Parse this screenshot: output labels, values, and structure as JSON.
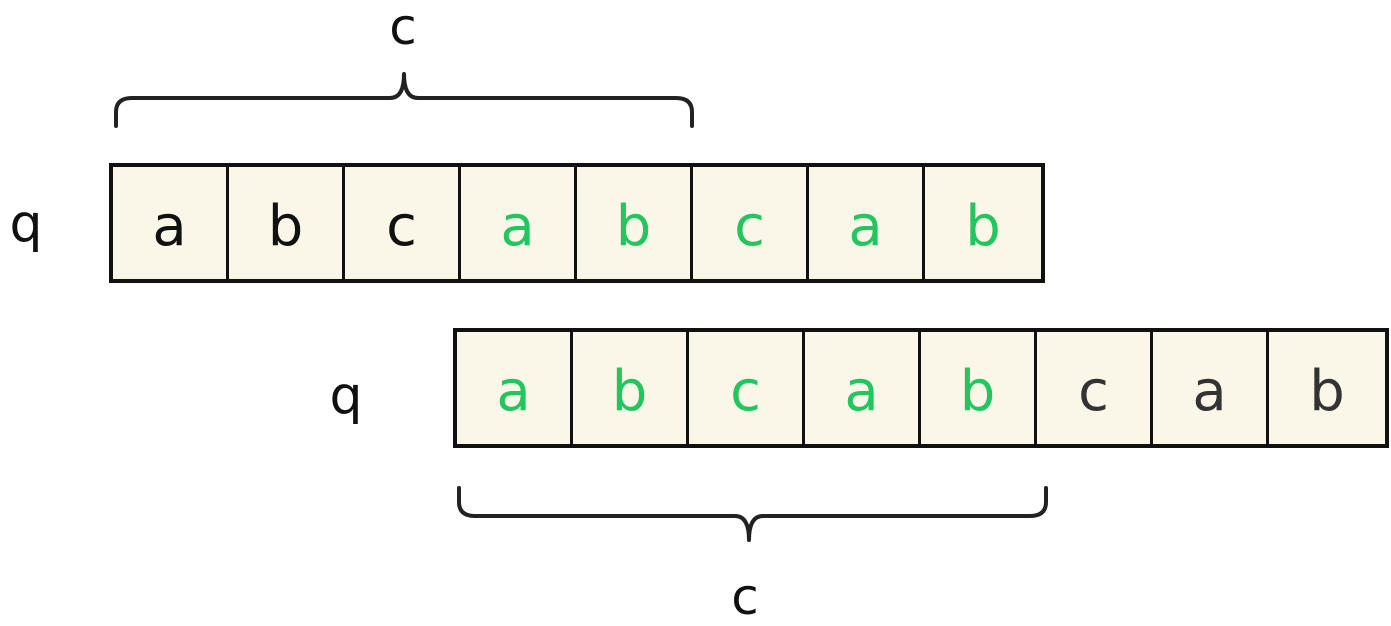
{
  "top": {
    "brace_label": "c",
    "row_label": "q",
    "cells": [
      {
        "char": "a",
        "highlight": false
      },
      {
        "char": "b",
        "highlight": false
      },
      {
        "char": "c",
        "highlight": false
      },
      {
        "char": "a",
        "highlight": true
      },
      {
        "char": "b",
        "highlight": true
      },
      {
        "char": "c",
        "highlight": true
      },
      {
        "char": "a",
        "highlight": true
      },
      {
        "char": "b",
        "highlight": true
      }
    ]
  },
  "bottom": {
    "brace_label": "c",
    "row_label": "q",
    "cells": [
      {
        "char": "a",
        "highlight": true
      },
      {
        "char": "b",
        "highlight": true
      },
      {
        "char": "c",
        "highlight": true
      },
      {
        "char": "a",
        "highlight": true
      },
      {
        "char": "b",
        "highlight": true
      },
      {
        "char": "c",
        "highlight": false
      },
      {
        "char": "a",
        "highlight": false
      },
      {
        "char": "b",
        "highlight": false
      }
    ]
  },
  "colors": {
    "highlight": "#22c55e",
    "cell_background": "#fbf7e8",
    "border": "#111111"
  }
}
